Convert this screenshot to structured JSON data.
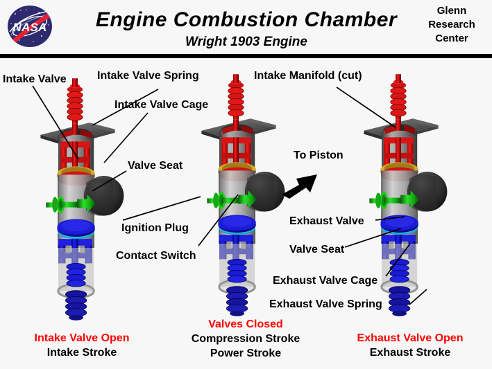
{
  "header": {
    "logo_alt": "NASA",
    "title": "Engine Combustion Chamber",
    "subtitle": "Wright 1903  Engine",
    "center_line1": "Glenn",
    "center_line2": "Research",
    "center_line3": "Center"
  },
  "labels": {
    "intake_valve": "Intake  Valve",
    "intake_valve_spring": "Intake  Valve  Spring",
    "intake_valve_cage": "Intake  Valve  Cage",
    "valve_seat_top": "Valve  Seat",
    "intake_manifold": "Intake  Manifold  (cut)",
    "to_piston": "To  Piston",
    "ignition_plug": "Ignition  Plug",
    "contact_switch": "Contact  Switch",
    "exhaust_valve": "Exhaust  Valve",
    "valve_seat_bottom": "Valve  Seat",
    "exhaust_valve_cage": "Exhaust  Valve  Cage",
    "exhaust_valve_spring": "Exhaust  Valve  Spring"
  },
  "captions": {
    "left": {
      "state": "Intake  Valve  Open",
      "stroke": "Intake  Stroke"
    },
    "middle": {
      "state": "Valves  Closed",
      "stroke1": "Compression  Stroke",
      "stroke2": "Power  Stroke"
    },
    "right": {
      "state": "Exhaust  Valve  Open",
      "stroke": "Exhaust  Stroke"
    }
  },
  "colors": {
    "background": "#f7f7f7",
    "intake_red": "#e01010",
    "intake_red_dark": "#8c0000",
    "exhaust_blue": "#1414e6",
    "exhaust_blue_dark": "#00008c",
    "seat_gold": "#c8a018",
    "seat_cyan": "#17a8d8",
    "plug_green": "#17c817",
    "plug_green_dark": "#0a7a0a",
    "metal_gray": "#8e8e8e",
    "metal_dark": "#4a4a4a",
    "manifold_gray": "#5f5f5f",
    "caption_red": "#ff0000",
    "text_black": "#000000",
    "nasa_blue": "#2e2a6e",
    "nasa_red": "#e32434"
  },
  "assemblies": [
    {
      "name": "left",
      "state": "intake-valve-open",
      "intake_open": true,
      "exhaust_open": false
    },
    {
      "name": "middle",
      "state": "valves-closed",
      "intake_open": false,
      "exhaust_open": false
    },
    {
      "name": "right",
      "state": "exhaust-valve-open",
      "intake_open": false,
      "exhaust_open": true
    }
  ]
}
